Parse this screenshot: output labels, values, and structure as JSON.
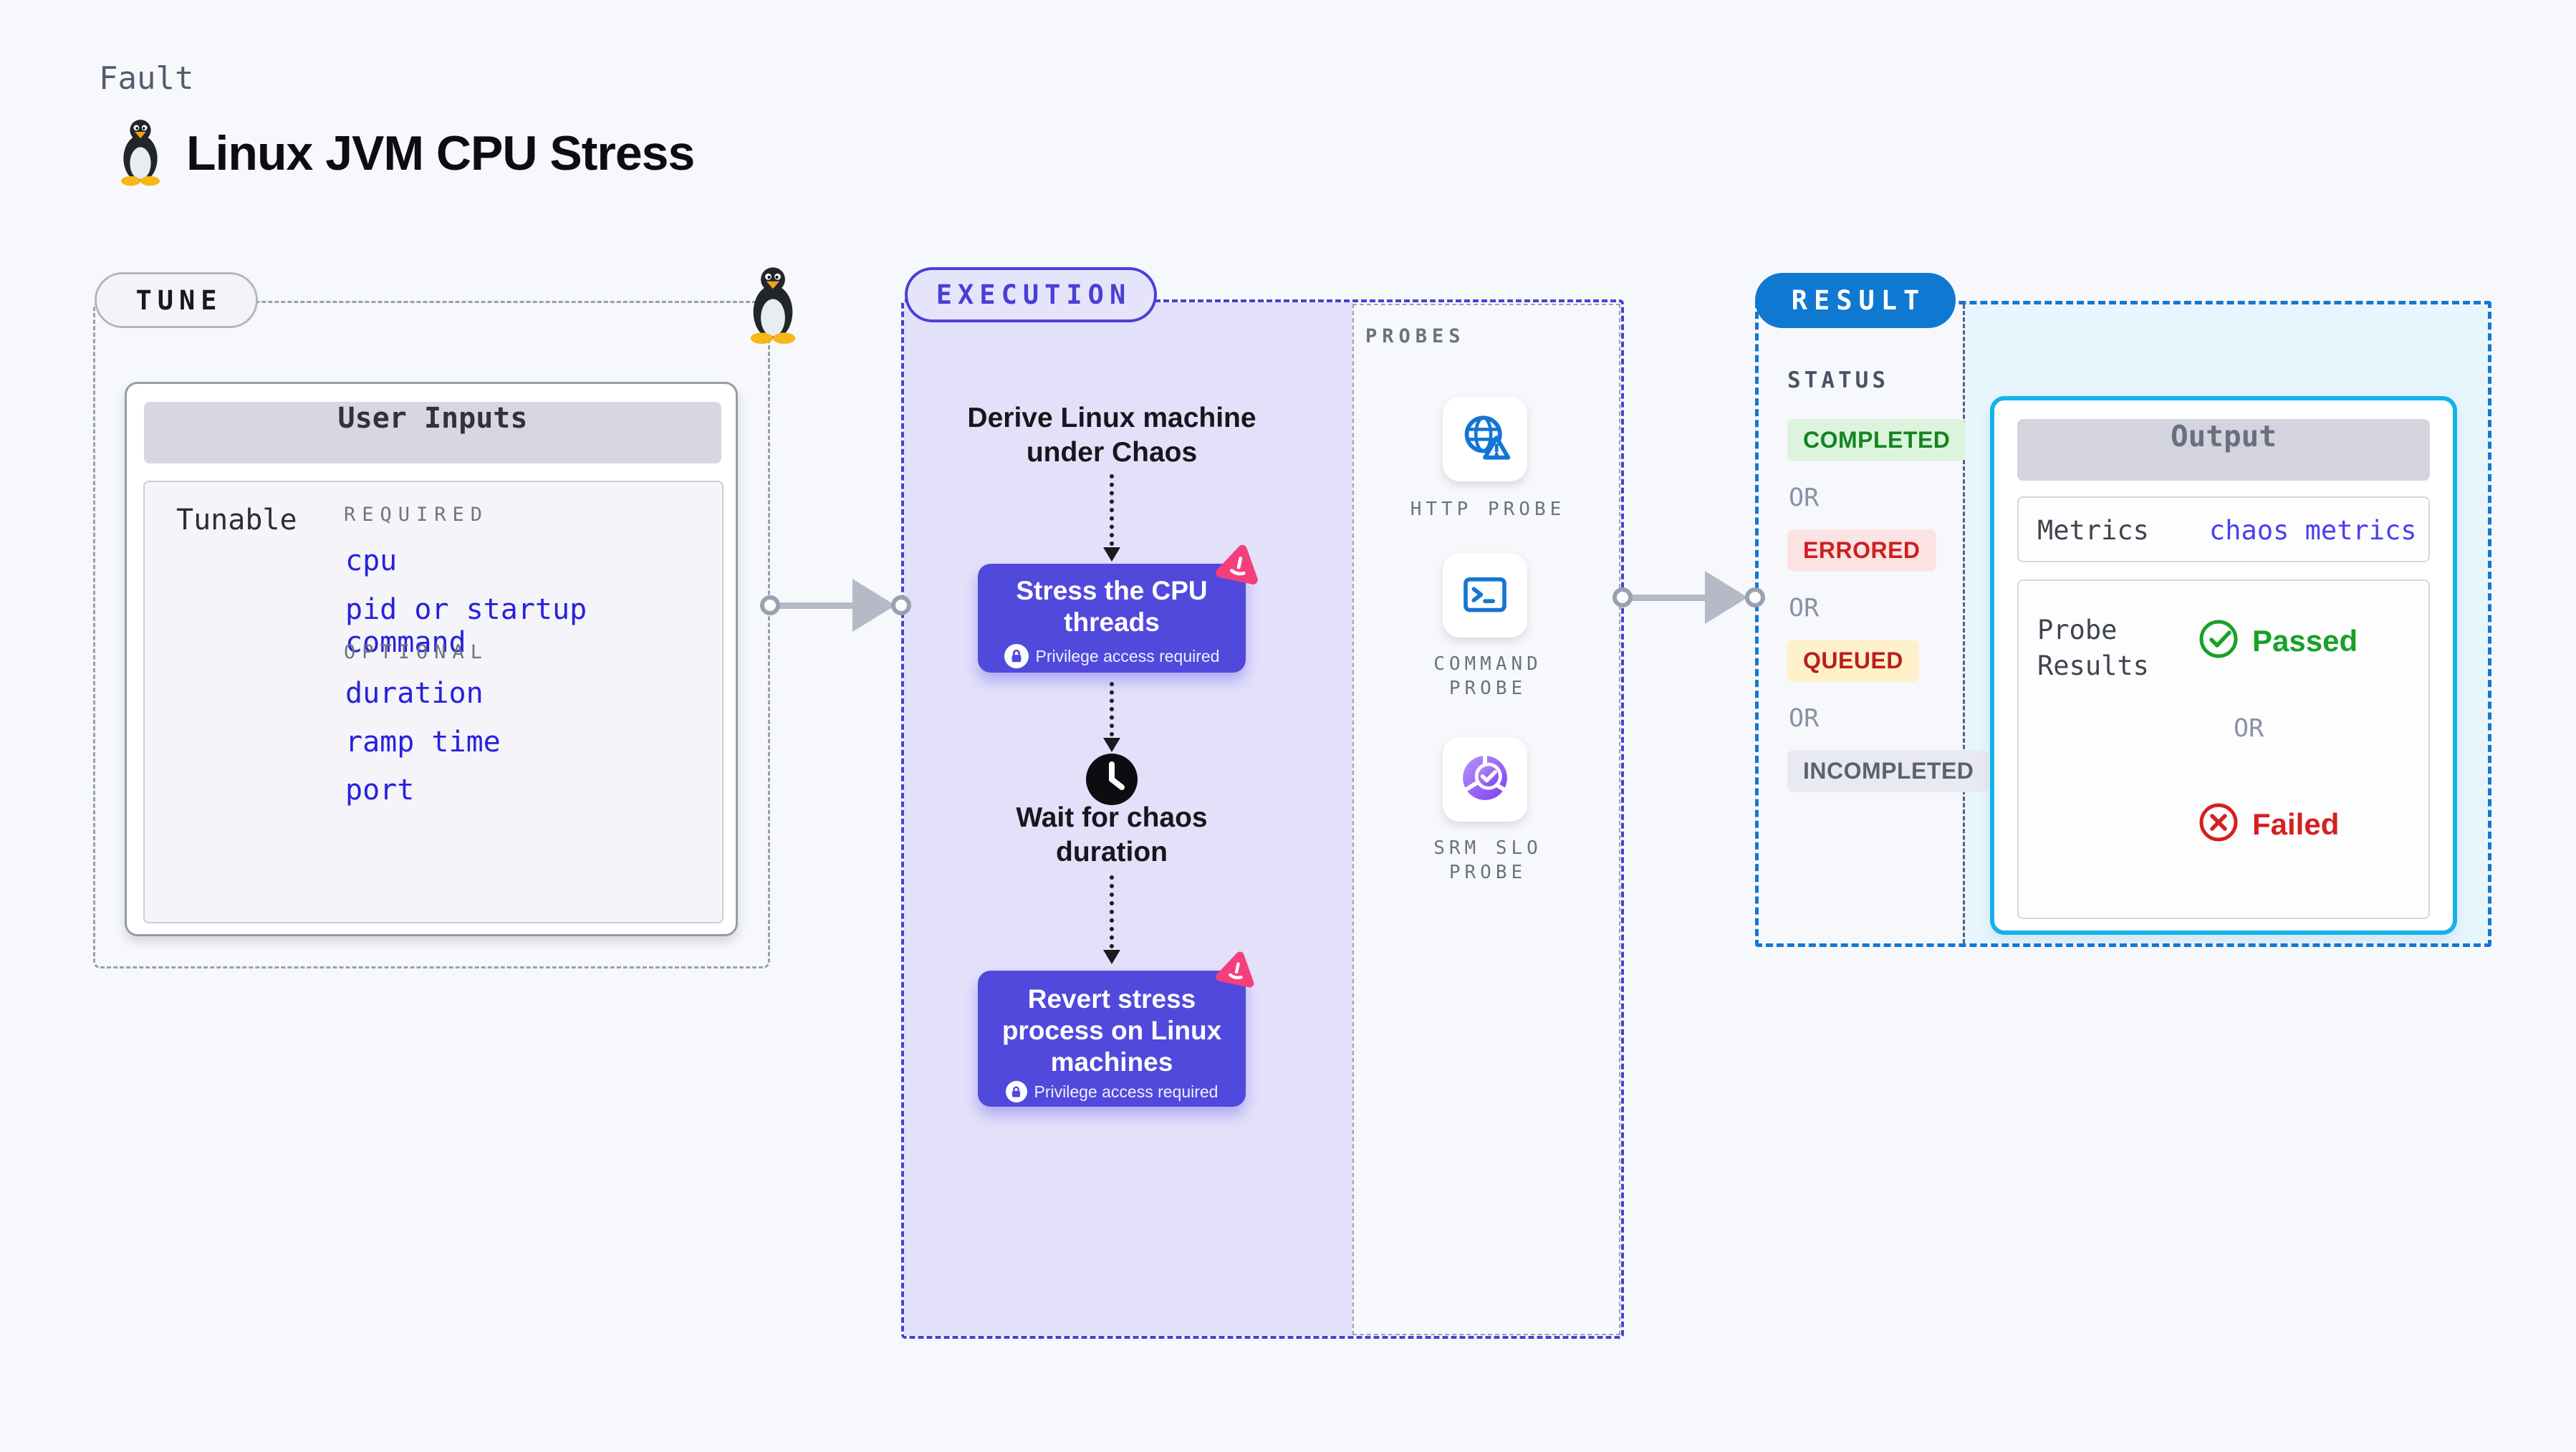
{
  "page": {
    "fault_label": "Fault",
    "title": "Linux JVM CPU Stress"
  },
  "tune": {
    "pill": "TUNE",
    "card_title": "User Inputs",
    "row_label": "Tunable",
    "required_label": "REQUIRED",
    "optional_label": "OPTIONAL",
    "required_items": [
      "cpu",
      "pid or startup command"
    ],
    "optional_items": [
      "duration",
      "ramp time",
      "port"
    ]
  },
  "execution": {
    "pill": "EXECUTION",
    "step_derive": "Derive Linux machine under Chaos",
    "step_stress": "Stress the CPU threads",
    "step_wait": "Wait for chaos duration",
    "step_revert": "Revert stress process on Linux machines",
    "privilege_note": "Privilege access required"
  },
  "probes": {
    "label": "PROBES",
    "items": [
      {
        "name": "HTTP PROBE",
        "icon": "globe-alert-icon"
      },
      {
        "name": "COMMAND PROBE",
        "icon": "terminal-icon"
      },
      {
        "name": "SRM SLO PROBE",
        "icon": "slo-donut-icon"
      }
    ]
  },
  "result": {
    "pill": "RESULT",
    "status_label": "STATUS",
    "or_label": "OR",
    "statuses": [
      "COMPLETED",
      "ERRORED",
      "QUEUED",
      "INCOMPLETED"
    ],
    "output": {
      "title": "Output",
      "metrics_label": "Metrics",
      "metrics_value": "chaos metrics",
      "probe_results_label": "Probe Results",
      "passed_label": "Passed",
      "failed_label": "Failed"
    }
  },
  "icons": {
    "penguin": "linux-tux-icon",
    "flask": "chaos-flask-icon",
    "clock": "clock-icon",
    "lock": "lock-icon",
    "check": "check-circle-icon",
    "cross": "x-circle-icon"
  },
  "colors": {
    "background": "#f7f8fc",
    "tune_border": "#99a0ad",
    "execution_accent": "#4a3fd6",
    "execution_fill": "#e3e1fa",
    "node_fill": "#5149dc",
    "flask_pink": "#f43f7c",
    "result_accent": "#1278d2",
    "result_fill": "#e7f5fd",
    "output_border": "#14b2e8",
    "tunable_link_blue": "#2721dd",
    "completed_green": "#148422",
    "errored_red": "#cf1f1f",
    "queued_text": "#bb1d1d",
    "incompleted_gray": "#5c6172",
    "passed_green": "#18a127",
    "failed_red": "#d42020",
    "probe_icon_blue": "#1476d2",
    "slo_purple": "#8b5cf6"
  }
}
